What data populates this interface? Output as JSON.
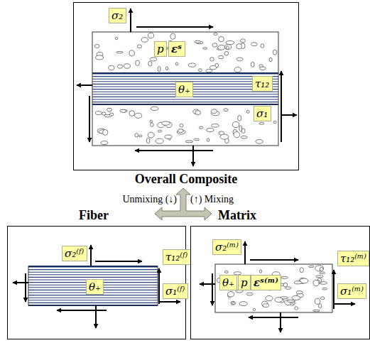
{
  "diagram": {
    "nodes": [
      {
        "text": [
          "Overall Composite"
        ]
      },
      {
        "text": [
          "σ₂"
        ],
        "in": 0
      },
      {
        "text": [
          "p"
        ],
        "in": 0
      },
      {
        "text": [
          "εˢ"
        ],
        "in": 0
      },
      {
        "text": [
          "θ₊"
        ],
        "in": 0
      },
      {
        "text": [
          "τ₁₂"
        ],
        "in": 0
      },
      {
        "text": [
          "σ₁"
        ],
        "in": 0
      },
      {
        "text": [
          "Fiber"
        ]
      },
      {
        "text": [
          "σ₂⁽ᶠ⁾"
        ],
        "in": 7
      },
      {
        "text": [
          "τ₁₂⁽ᶠ⁾"
        ],
        "in": 7
      },
      {
        "text": [
          "θ₊"
        ],
        "in": 7
      },
      {
        "text": [
          "σ₁⁽ᶠ⁾"
        ],
        "in": 7
      },
      {
        "text": [
          "Matrix"
        ]
      },
      {
        "text": [
          "σ₂⁽ᵐ⁾"
        ],
        "in": 12
      },
      {
        "text": [
          "τ₁₂⁽ᵐ⁾"
        ],
        "in": 12
      },
      {
        "text": [
          "θ₊"
        ],
        "in": 12
      },
      {
        "text": [
          "p"
        ],
        "in": 12
      },
      {
        "text": [
          "εˢ⁽ᵐ⁾"
        ],
        "in": 12
      },
      {
        "text": [
          "σ₁⁽ᵐ⁾"
        ],
        "in": 12
      }
    ],
    "labels": [
      "Unmixing (↓)",
      "(↑) Mixing"
    ]
  }
}
